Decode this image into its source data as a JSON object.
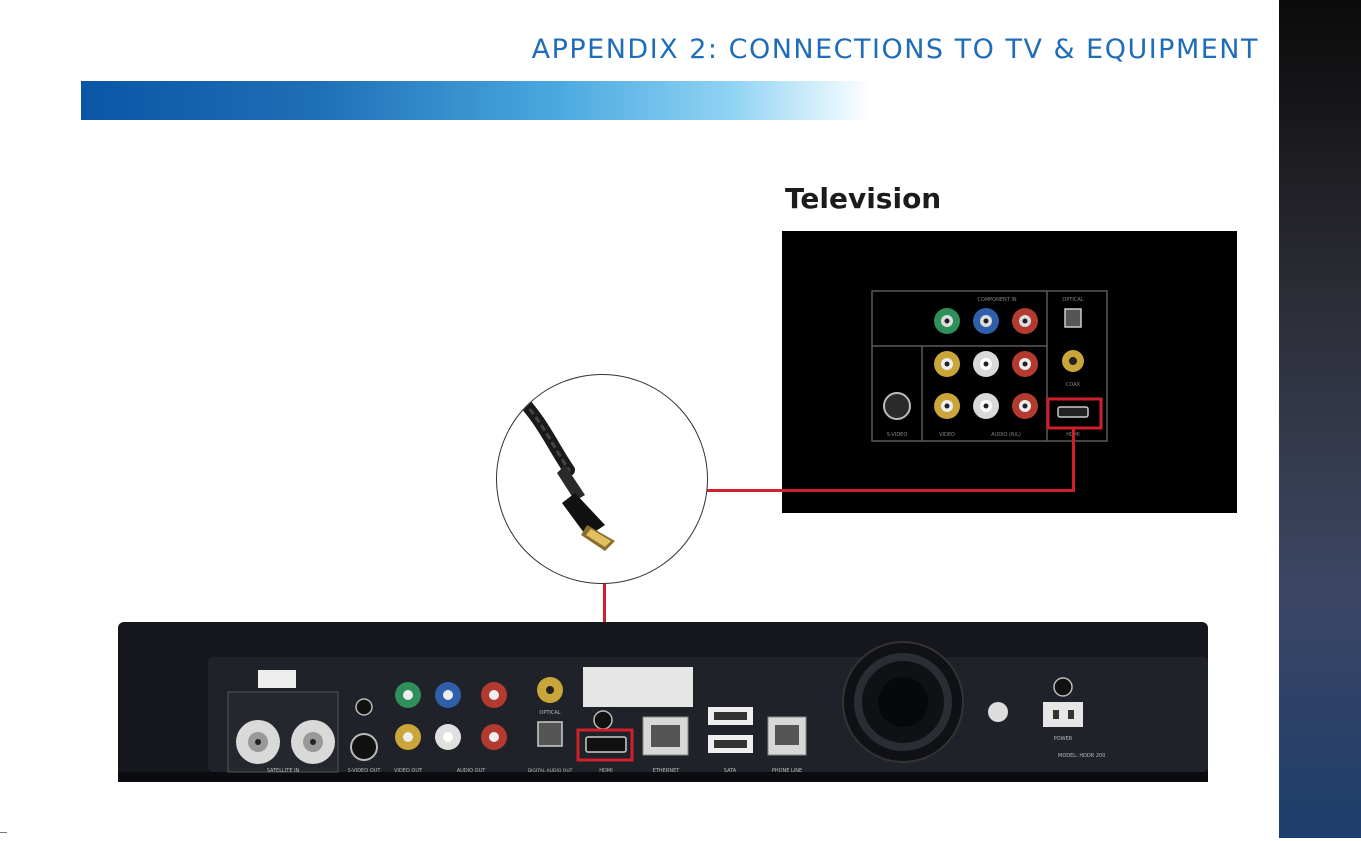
{
  "header": {
    "title": "APPENDIX 2: CONNECTIONS TO TV & EQUIPMENT"
  },
  "television": {
    "label": "Television",
    "ports": {
      "component": "COMPONENT IN",
      "optical": "OPTICAL",
      "coax": "COAX",
      "svideo": "S-VIDEO",
      "video": "VIDEO",
      "audio": "AUDIO (R/L)",
      "hdmi": "HDMI"
    }
  },
  "receiver": {
    "ports": {
      "satellite": "SATELLITE IN",
      "svideo_out": "S-VIDEO OUT",
      "video_out": "VIDEO OUT",
      "audio_out": "AUDIO OUT",
      "optical": "OPTICAL",
      "digital_audio": "DIGITAL AUDIO OUT",
      "hdmi": "HDMI",
      "ethernet": "ETHERNET",
      "sata": "SATA",
      "phone": "PHONE LINE",
      "power": "POWER",
      "model": "MODEL: HDDR 200"
    }
  },
  "colors": {
    "title": "#1f6db8",
    "highlight": "#d11f2b"
  }
}
